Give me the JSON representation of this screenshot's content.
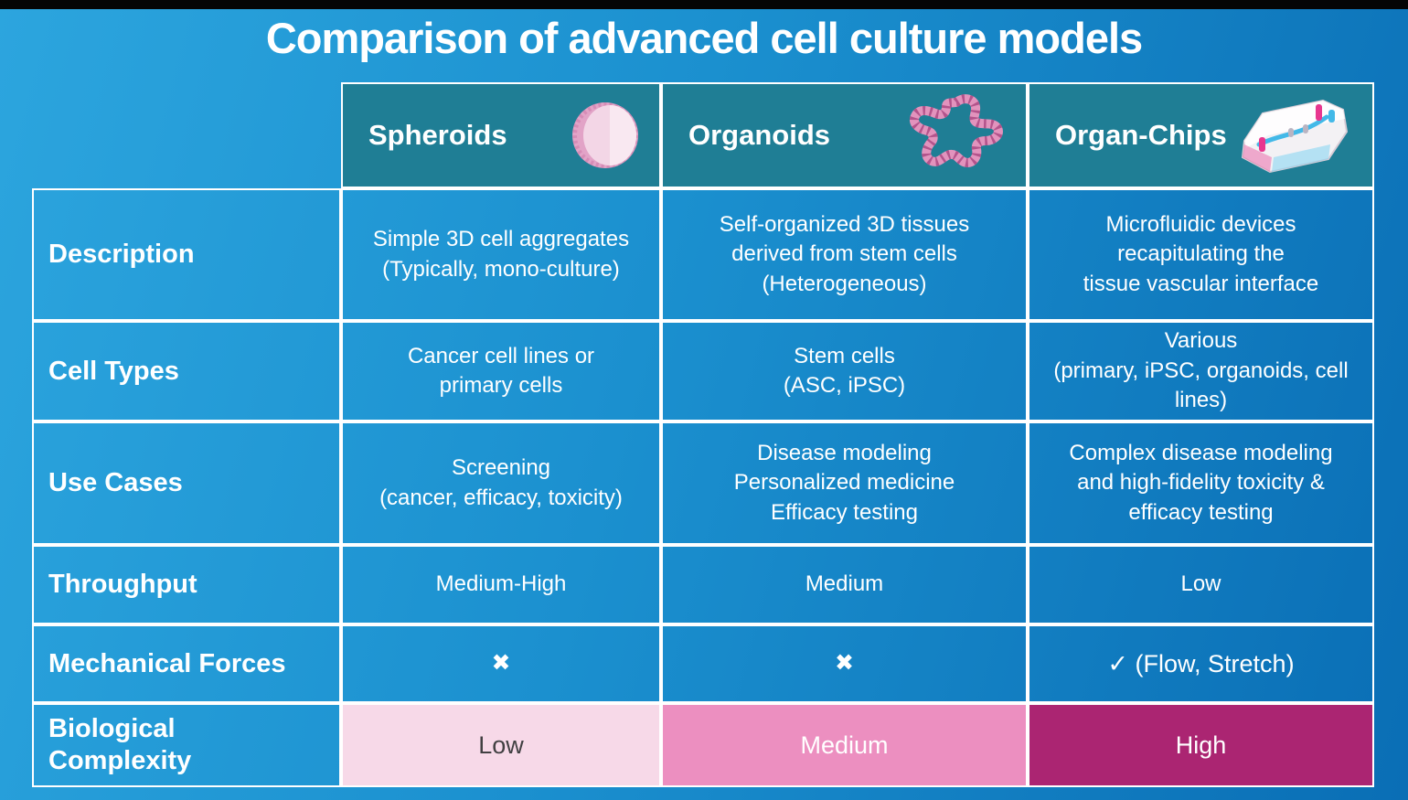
{
  "title": "Comparison of advanced cell culture models",
  "columns": [
    {
      "name": "Spheroids",
      "icon": "spheroid-icon"
    },
    {
      "name": "Organoids",
      "icon": "organoid-icon"
    },
    {
      "name": "Organ-Chips",
      "icon": "organ-chip-icon"
    }
  ],
  "rows": [
    {
      "label": "Description",
      "cells": [
        "Simple 3D cell aggregates\n(Typically, mono-culture)",
        "Self-organized 3D tissues\nderived from stem cells\n(Heterogeneous)",
        "Microfluidic devices\nrecapitulating the\ntissue vascular interface"
      ]
    },
    {
      "label": "Cell Types",
      "cells": [
        "Cancer cell lines or\nprimary cells",
        "Stem cells\n(ASC, iPSC)",
        "Various\n(primary, iPSC, organoids, cell lines)"
      ]
    },
    {
      "label": "Use Cases",
      "cells": [
        "Screening\n(cancer, efficacy, toxicity)",
        "Disease modeling\nPersonalized medicine\nEfficacy testing",
        "Complex disease modeling\nand high-fidelity toxicity &\nefficacy testing"
      ]
    },
    {
      "label": "Throughput",
      "cells": [
        "Medium-High",
        "Medium",
        "Low"
      ]
    },
    {
      "label": "Mechanical Forces",
      "cells": [
        "✖",
        "✖",
        "✓ (Flow, Stretch)"
      ]
    },
    {
      "label": "Biological\nComplexity",
      "cells": [
        "Low",
        "Medium",
        "High"
      ]
    }
  ],
  "colors": {
    "background_gradient_left": "#2ca5de",
    "background_gradient_right": "#0a6eb5",
    "column_header_teal": "#1f7e95",
    "cell_border_white": "#ffffff",
    "complexity_low_bg": "#f7d9e8",
    "complexity_low_text": "#414042",
    "complexity_medium_bg": "#ec8fc0",
    "complexity_high_bg": "#ab2572",
    "top_bar_black": "#050505"
  },
  "chart_data": {
    "type": "table",
    "title": "Comparison of advanced cell culture models",
    "column_headers": [
      "",
      "Spheroids",
      "Organoids",
      "Organ-Chips"
    ],
    "rows": [
      [
        "Description",
        "Simple 3D cell aggregates (Typically, mono-culture)",
        "Self-organized 3D tissues derived from stem cells (Heterogeneous)",
        "Microfluidic devices recapitulating the tissue vascular interface"
      ],
      [
        "Cell Types",
        "Cancer cell lines or primary cells",
        "Stem cells (ASC, iPSC)",
        "Various (primary, iPSC, organoids, cell lines)"
      ],
      [
        "Use Cases",
        "Screening (cancer, efficacy, toxicity)",
        "Disease modeling Personalized medicine Efficacy testing",
        "Complex disease modeling and high-fidelity toxicity & efficacy testing"
      ],
      [
        "Throughput",
        "Medium-High",
        "Medium",
        "Low"
      ],
      [
        "Mechanical Forces",
        "No",
        "No",
        "Yes (Flow, Stretch)"
      ],
      [
        "Biological Complexity",
        "Low",
        "Medium",
        "High"
      ]
    ]
  }
}
